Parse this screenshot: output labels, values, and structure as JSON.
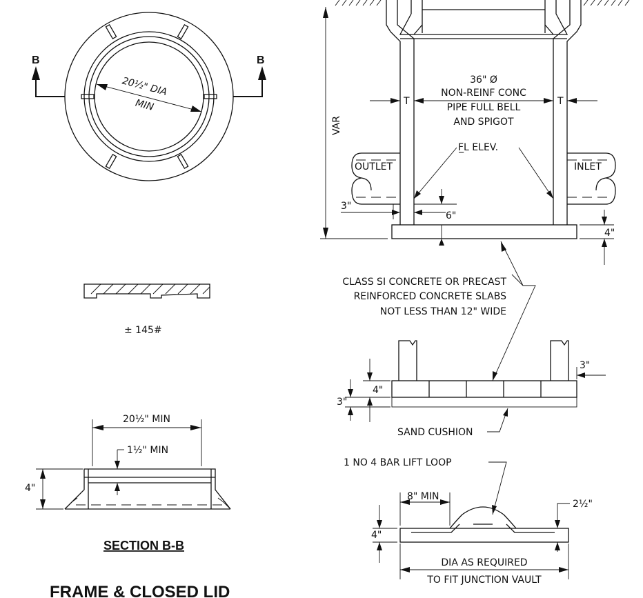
{
  "plan_view": {
    "section_mark_left": "B",
    "section_mark_right": "B",
    "dia_label": "20½\" DIA",
    "min_label": "MIN"
  },
  "lid": {
    "weight_label": "± 145#"
  },
  "section_bb": {
    "top_dim": "20½\" MIN",
    "inner_dim": "1½\" MIN",
    "height_dim": "4\"",
    "title": "SECTION B-B"
  },
  "main_title": "FRAME & CLOSED LID",
  "vault_section": {
    "var_label": "VAR",
    "pipe_lines": [
      "36\" Ø",
      "NON-REINF CONC",
      "PIPE FULL BELL",
      "AND SPIGOT"
    ],
    "t_left": "T",
    "t_right": "T",
    "fl_elev": "F̲L ELEV.",
    "outlet": "OUTLET",
    "inlet": "INLET",
    "dim_3": "3\"",
    "dim_6": "6\"",
    "dim_4": "4\""
  },
  "slab_note": {
    "lines": [
      "CLASS SI CONCRETE OR PRECAST",
      "REINFORCED CONCRETE SLABS",
      "NOT LESS THAN 12\" WIDE"
    ]
  },
  "slab_detail": {
    "dim_4": "4\"",
    "dim_3_left": "3\"",
    "dim_3_right": "3\"",
    "sand_cushion": "SAND CUSHION"
  },
  "lift_slab": {
    "lift_loop": "1  NO 4 BAR LIFT LOOP",
    "dim_8_min": "8\" MIN",
    "dim_2_half": "2½\"",
    "dim_4": "4\"",
    "dia_line1": "DIA AS REQUIRED",
    "dia_line2": "TO FIT JUNCTION VAULT"
  }
}
